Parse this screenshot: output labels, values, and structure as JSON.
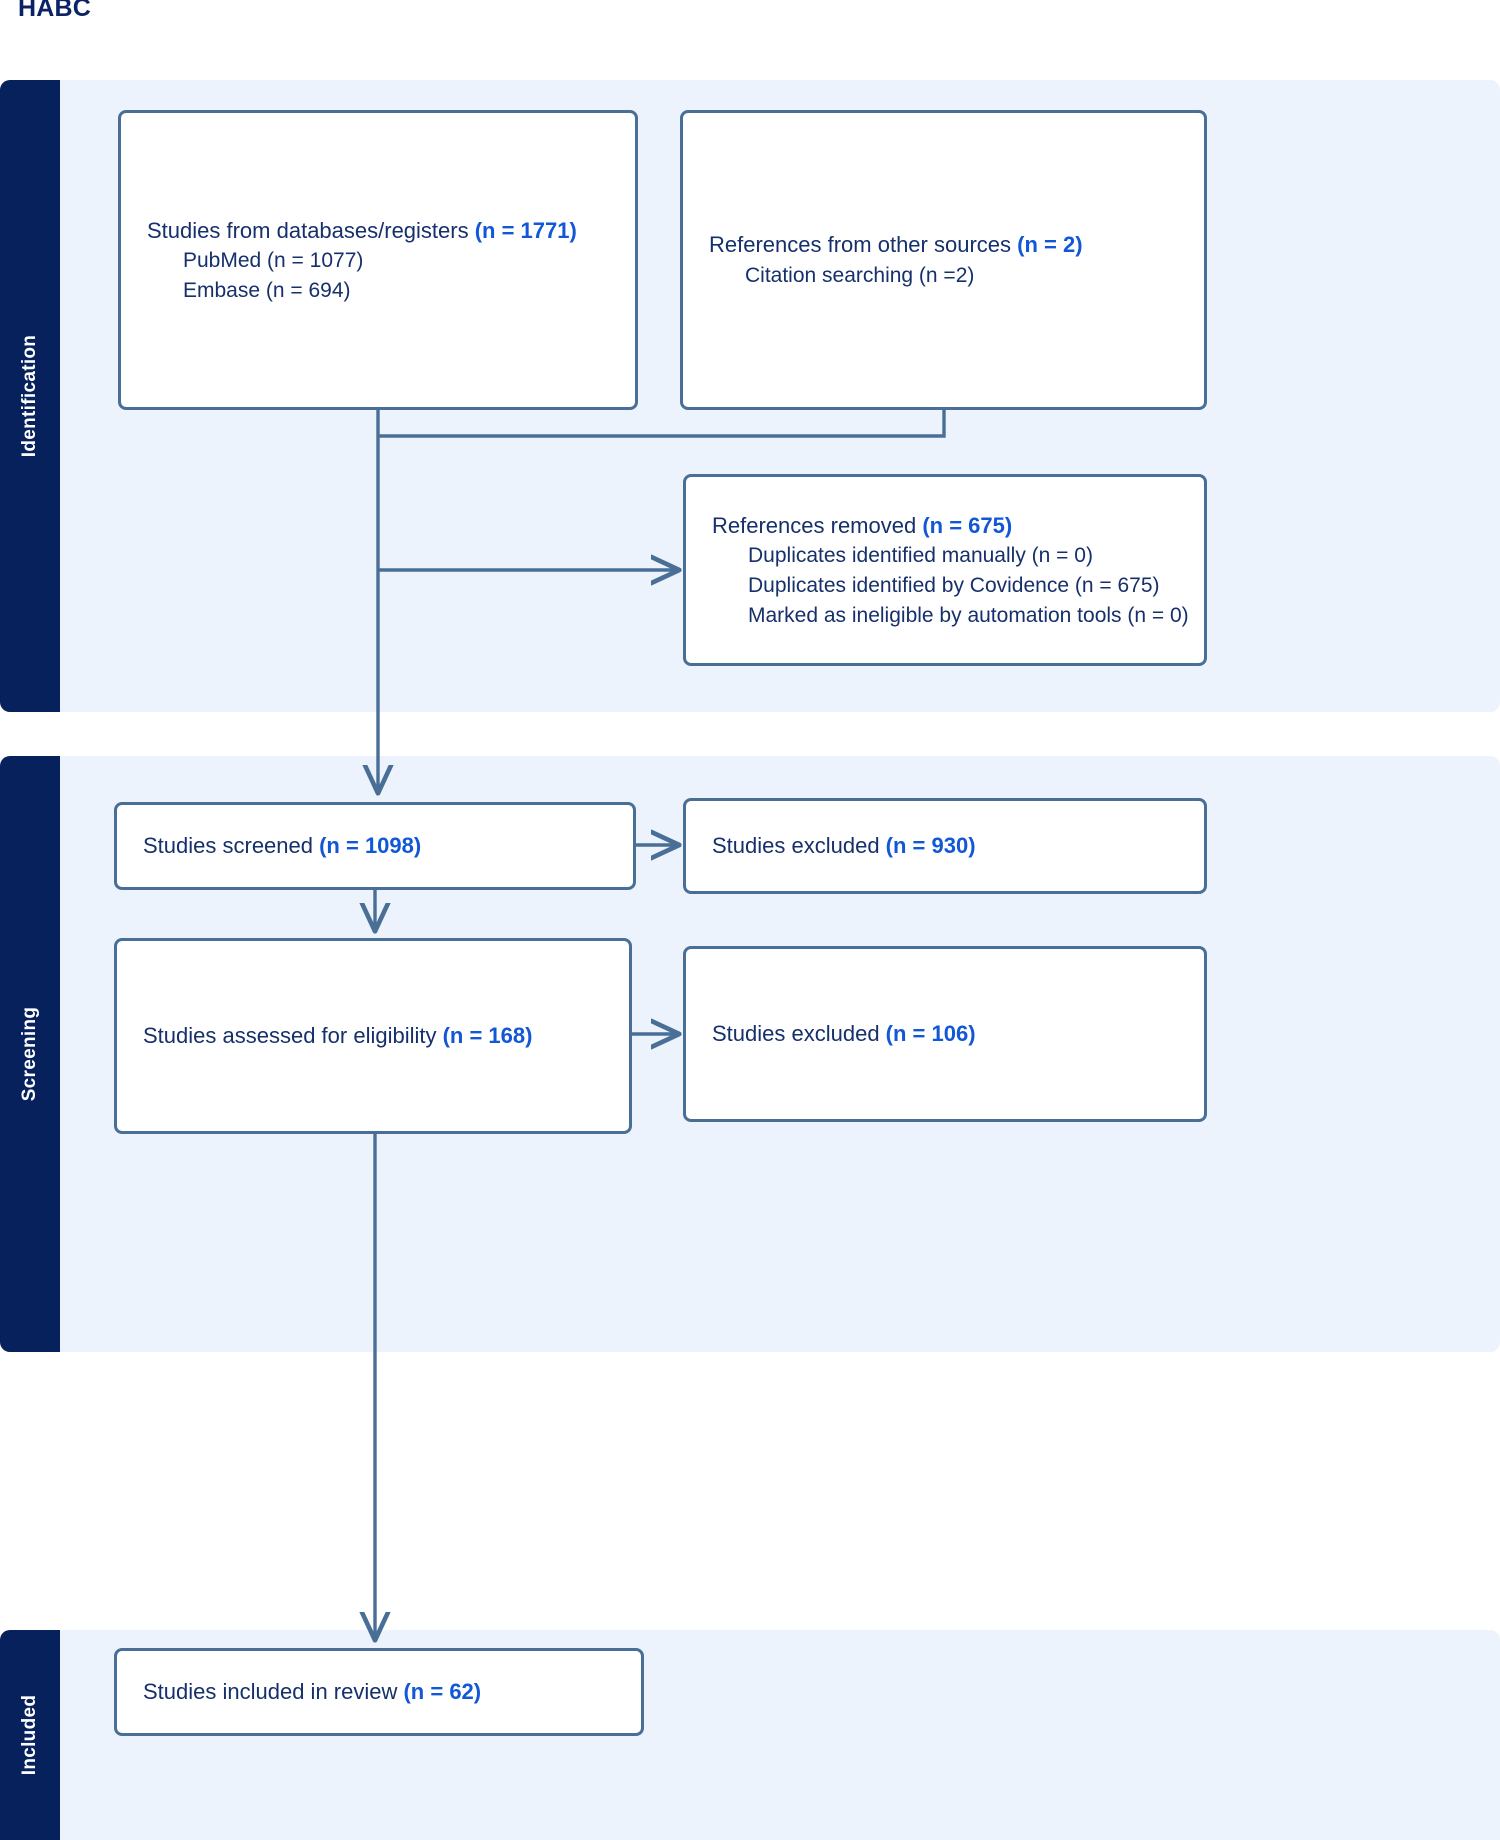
{
  "title": "HABC",
  "colors": {
    "band": "#edf3fc",
    "tab": "#06215c",
    "box_border": "#4a6f96",
    "text": "#16306b",
    "accent": "#1157d6",
    "arrow": "#4a6f96"
  },
  "stages": [
    {
      "name": "identification",
      "label": "Identification"
    },
    {
      "name": "screening",
      "label": "Screening"
    },
    {
      "name": "included",
      "label": "Included"
    }
  ],
  "boxes": {
    "databases": {
      "main": "Studies from databases/registers ",
      "main_n": "(n = 1771)",
      "sub": [
        "PubMed (n = 1077)",
        "Embase (n = 694)"
      ]
    },
    "other_sources": {
      "main": "References from other sources ",
      "main_n": "(n = 2)",
      "sub": [
        "Citation searching (n =2)"
      ]
    },
    "references_removed": {
      "main": "References removed ",
      "main_n": "(n = 675)",
      "sub": [
        "Duplicates identified manually (n = 0)",
        "Duplicates identified by Covidence (n = 675)",
        "Marked as ineligible by automation tools (n = 0)"
      ]
    },
    "screened": {
      "main": "Studies screened ",
      "main_n": "(n = 1098)",
      "sub": []
    },
    "excluded_screen": {
      "main": "Studies excluded ",
      "main_n": "(n = 930)",
      "sub": []
    },
    "eligibility": {
      "main": "Studies assessed for eligibility ",
      "main_n": "(n = 168)",
      "sub": []
    },
    "excluded_elig": {
      "main": "Studies excluded ",
      "main_n": "(n = 106)",
      "sub": []
    },
    "included": {
      "main": "Studies included in review ",
      "main_n": "(n = 62)",
      "sub": []
    }
  },
  "chart_data": {
    "type": "diagram",
    "title": "HABC",
    "diagram_kind": "PRISMA flow diagram",
    "nodes": [
      {
        "id": "databases",
        "stage": "Identification",
        "label": "Studies from databases/registers",
        "n": 1771,
        "details": [
          {
            "label": "PubMed",
            "n": 1077
          },
          {
            "label": "Embase",
            "n": 694
          }
        ]
      },
      {
        "id": "other_sources",
        "stage": "Identification",
        "label": "References from other sources",
        "n": 2,
        "details": [
          {
            "label": "Citation searching",
            "n": 2
          }
        ]
      },
      {
        "id": "references_removed",
        "stage": "Identification",
        "label": "References removed",
        "n": 675,
        "details": [
          {
            "label": "Duplicates identified manually",
            "n": 0
          },
          {
            "label": "Duplicates identified by Covidence",
            "n": 675
          },
          {
            "label": "Marked as ineligible by automation tools",
            "n": 0
          }
        ]
      },
      {
        "id": "screened",
        "stage": "Screening",
        "label": "Studies screened",
        "n": 1098,
        "details": []
      },
      {
        "id": "excluded_screen",
        "stage": "Screening",
        "label": "Studies excluded",
        "n": 930,
        "details": []
      },
      {
        "id": "eligibility",
        "stage": "Screening",
        "label": "Studies assessed for eligibility",
        "n": 168,
        "details": []
      },
      {
        "id": "excluded_elig",
        "stage": "Screening",
        "label": "Studies excluded",
        "n": 106,
        "details": []
      },
      {
        "id": "included",
        "stage": "Included",
        "label": "Studies included in review",
        "n": 62,
        "details": []
      }
    ],
    "edges": [
      {
        "from": "databases",
        "to": "references_removed"
      },
      {
        "from": "other_sources",
        "to": "references_removed"
      },
      {
        "from": "databases",
        "to": "screened"
      },
      {
        "from": "screened",
        "to": "excluded_screen"
      },
      {
        "from": "screened",
        "to": "eligibility"
      },
      {
        "from": "eligibility",
        "to": "excluded_elig"
      },
      {
        "from": "eligibility",
        "to": "included"
      }
    ]
  }
}
